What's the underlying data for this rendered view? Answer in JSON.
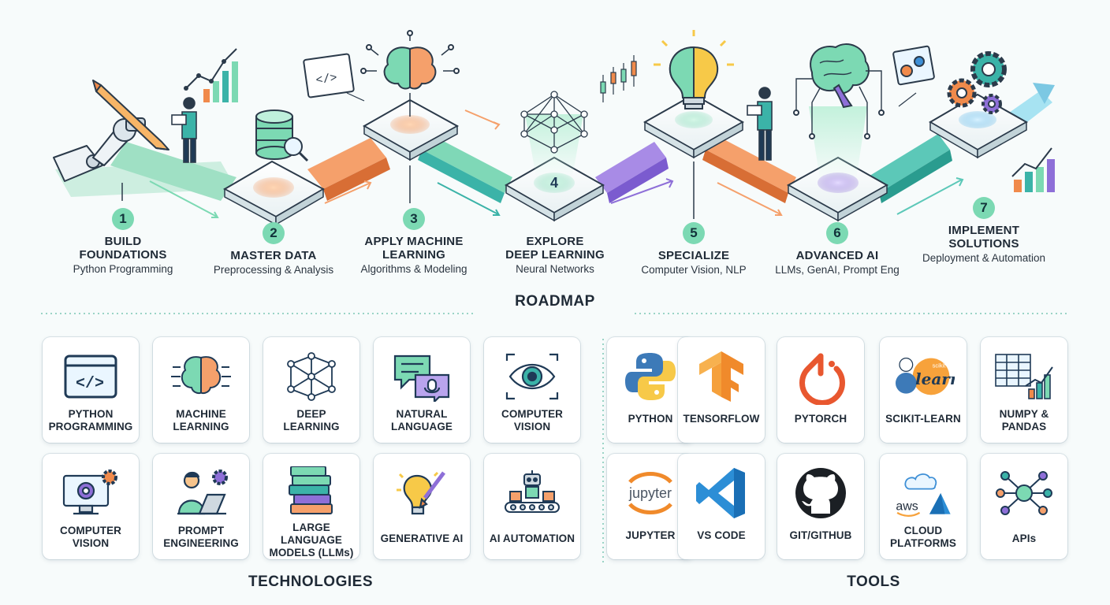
{
  "roadmap": {
    "title": "ROADMAP",
    "steps": [
      {
        "number": "1",
        "title_line1": "BUILD",
        "title_line2": "FOUNDATIONS",
        "subtitle": "Python Programming"
      },
      {
        "number": "2",
        "title_line1": "MASTER DATA",
        "title_line2": "",
        "subtitle": "Preprocessing & Analysis"
      },
      {
        "number": "3",
        "title_line1": "APPLY MACHINE",
        "title_line2": "LEARNING",
        "subtitle": "Algorithms & Modeling"
      },
      {
        "number": "4",
        "title_line1": "EXPLORE",
        "title_line2": "DEEP LEARNING",
        "subtitle": "Neural Networks"
      },
      {
        "number": "5",
        "title_line1": "SPECIALIZE",
        "title_line2": "",
        "subtitle": "Computer Vision, NLP"
      },
      {
        "number": "6",
        "title_line1": "ADVANCED AI",
        "title_line2": "",
        "subtitle": "LLMs, GenAI, Prompt Eng"
      },
      {
        "number": "7",
        "title_line1": "IMPLEMENT",
        "title_line2": "SOLUTIONS",
        "subtitle": "Deployment & Automation"
      }
    ]
  },
  "technologies": {
    "title": "TECHNOLOGIES",
    "items": [
      {
        "line1": "PYTHON",
        "line2": "PROGRAMMING",
        "icon": "code-window-icon"
      },
      {
        "line1": "MACHINE",
        "line2": "LEARNING",
        "icon": "brain-circuit-icon"
      },
      {
        "line1": "DEEP",
        "line2": "LEARNING",
        "icon": "neural-network-icon"
      },
      {
        "line1": "NATURAL",
        "line2": "LANGUAGE",
        "icon": "chat-microphone-icon"
      },
      {
        "line1": "COMPUTER",
        "line2": "VISION",
        "icon": "eye-icon"
      },
      {
        "line1": "COMPUTER",
        "line2": "VISION",
        "icon": "monitor-camera-icon"
      },
      {
        "line1": "PROMPT",
        "line2": "ENGINEERING",
        "icon": "person-laptop-icon"
      },
      {
        "line1": "LARGE LANGUAGE",
        "line2": "MODELS (LLMs)",
        "icon": "books-icon"
      },
      {
        "line1": "GENERATIVE AI",
        "line2": "",
        "icon": "lightbulb-brush-icon"
      },
      {
        "line1": "AI AUTOMATION",
        "line2": "",
        "icon": "robot-conveyor-icon"
      }
    ]
  },
  "tools": {
    "title": "TOOLS",
    "items": [
      {
        "line1": "PYTHON",
        "line2": "",
        "icon": "python-logo-icon"
      },
      {
        "line1": "TENSORFLOW",
        "line2": "",
        "icon": "tensorflow-logo-icon"
      },
      {
        "line1": "PYTORCH",
        "line2": "",
        "icon": "pytorch-logo-icon"
      },
      {
        "line1": "SCIKIT-LEARN",
        "line2": "",
        "icon": "scikit-learn-logo-icon",
        "logo_text": "learn",
        "logo_small": "scikit"
      },
      {
        "line1": "NUMPY &",
        "line2": "PANDAS",
        "icon": "spreadsheet-chart-icon"
      },
      {
        "line1": "JUPYTER",
        "line2": "",
        "icon": "jupyter-logo-icon",
        "logo_text": "jupyter"
      },
      {
        "line1": "VS CODE",
        "line2": "",
        "icon": "vscode-logo-icon"
      },
      {
        "line1": "GIT/GITHUB",
        "line2": "",
        "icon": "github-logo-icon"
      },
      {
        "line1": "CLOUD",
        "line2": "PLATFORMS",
        "icon": "cloud-aws-azure-icon",
        "logo_text": "aws"
      },
      {
        "line1": "APIs",
        "line2": "",
        "icon": "api-nodes-icon"
      }
    ]
  },
  "colors": {
    "mint": "#7cd9b3",
    "teal": "#3bb3a8",
    "orange": "#f08a4b",
    "purple": "#8e6fd8",
    "navy": "#1f3a56",
    "blue": "#3d8fd6",
    "yellow": "#f7c948"
  }
}
